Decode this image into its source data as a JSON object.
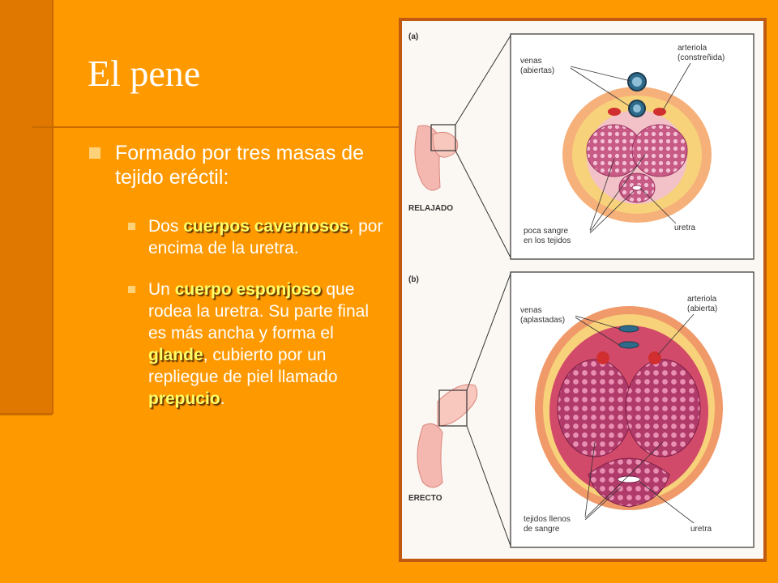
{
  "slide": {
    "title": "El pene",
    "bullet1": "Formado por tres masas de tejido eréctil:",
    "sub1": {
      "pre": "Dos ",
      "hl": "cuerpos cavernosos",
      "post": ", por encima de la uretra."
    },
    "sub2": {
      "pre": "Un ",
      "hl1": "cuerpo esponjoso",
      "mid1": " que rodea la uretra. Su parte final es más ancha y forma el ",
      "hl2": "glande",
      "mid2": ", cubierto por un repliegue de piel llamado ",
      "hl3": "prepucio",
      "post": "."
    }
  },
  "figure": {
    "panel_a": {
      "tag": "(a)",
      "state": "RELAJADO",
      "venas": [
        "venas",
        "(abiertas)"
      ],
      "arteriola": [
        "arteriola",
        "(constreñida)"
      ],
      "sangre": [
        "poca sangre",
        "en los tejidos"
      ],
      "uretra": "uretra"
    },
    "panel_b": {
      "tag": "(b)",
      "state": "ERECTO",
      "venas": [
        "venas",
        "(aplastadas)"
      ],
      "arteriola": [
        "arteriola",
        "(abierta)"
      ],
      "sangre": [
        "tejidos llenos",
        "de sangre"
      ],
      "uretra": "uretra"
    }
  }
}
